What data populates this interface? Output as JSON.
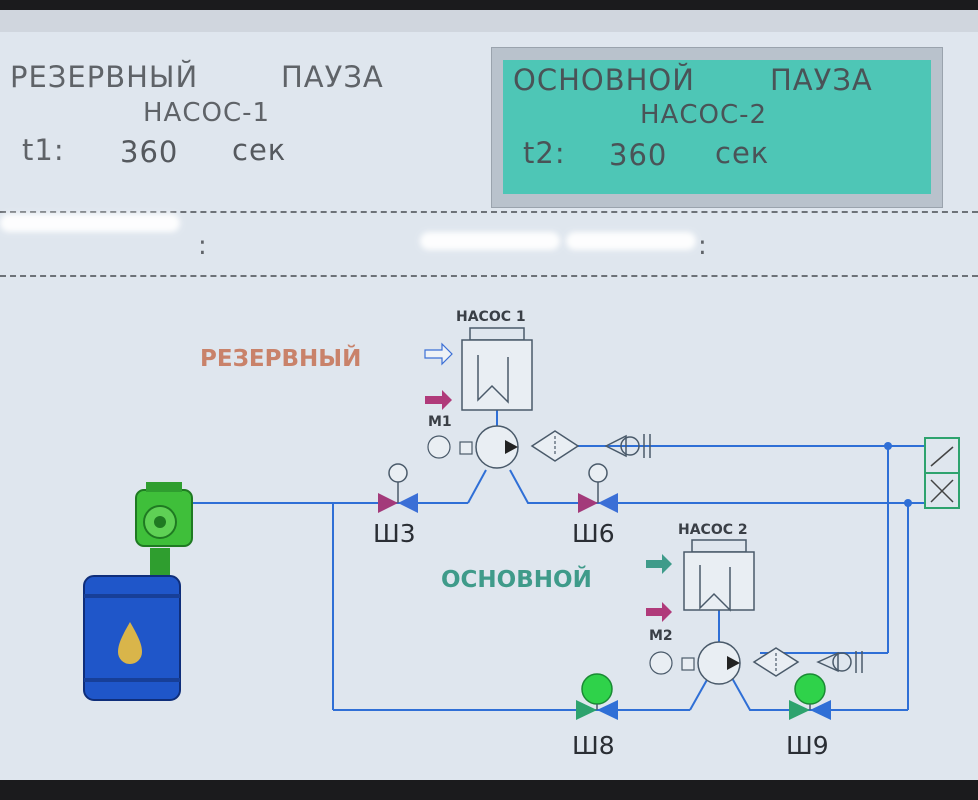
{
  "panel_left": {
    "role": "РЕЗЕРВНЫЙ",
    "state": "ПАУЗА",
    "pump": "НАСОС-1",
    "timer_label": "t1:",
    "timer_value": "360",
    "timer_unit": "сек"
  },
  "panel_right": {
    "role": "ОСНОВНОЙ",
    "state": "ПАУЗА",
    "pump": "НАСОС-2",
    "timer_label": "t2:",
    "timer_value": "360",
    "timer_unit": "сек",
    "highlight_color": "#4ec6b6"
  },
  "status_row": {
    "separator_left": ":",
    "separator_right": ":"
  },
  "schematic": {
    "pump1_title": "НАСОС 1",
    "pump1_role": "РЕЗЕРВНЫЙ",
    "pump1_role_color": "#c9826a",
    "motor1_label": "М1",
    "pump2_title": "НАСОС 2",
    "pump2_role": "ОСНОВНОЙ",
    "pump2_role_color": "#3f9b8a",
    "motor2_label": "М2",
    "valves": [
      {
        "label": "Ш3",
        "state": "closed"
      },
      {
        "label": "Ш6",
        "state": "closed"
      },
      {
        "label": "Ш8",
        "state": "open"
      },
      {
        "label": "Ш9",
        "state": "open"
      }
    ],
    "pipe_color": "#2f6fd6",
    "open_valve_color": "#2ea36e",
    "closed_valve_color": "#a33a7a",
    "tank_color": "#1f56c9"
  }
}
